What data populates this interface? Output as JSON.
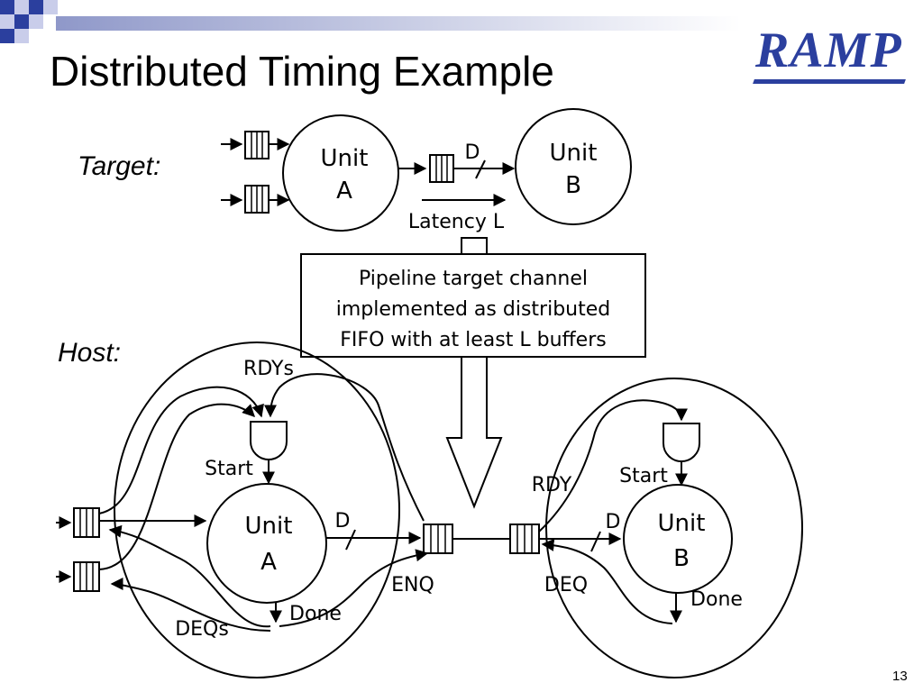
{
  "slide": {
    "title": "Distributed Timing Example",
    "logo_text": "RAMP",
    "page_number": "13"
  },
  "target": {
    "label": "Target:",
    "unit_a": [
      "Unit",
      "A"
    ],
    "unit_b": [
      "Unit",
      "B"
    ],
    "delay_label": "D",
    "latency_label": "Latency L"
  },
  "callout": {
    "lines": [
      "Pipeline target channel",
      "implemented as distributed",
      "FIFO with at least L buffers"
    ]
  },
  "host": {
    "label": "Host:",
    "unit_a": [
      "Unit",
      "A"
    ],
    "unit_b": [
      "Unit",
      "B"
    ],
    "rdys_label": "RDYs",
    "start_a_label": "Start",
    "start_b_label": "Start",
    "rdy_label": "RDY",
    "d_a_label": "D",
    "d_b_label": "D",
    "enq_label": "ENQ",
    "deq_label": "DEQ",
    "done_a_label": "Done",
    "done_b_label": "Done",
    "deqs_label": "DEQs"
  },
  "colors": {
    "accent": "#2b3f9e",
    "ink": "#000000"
  }
}
